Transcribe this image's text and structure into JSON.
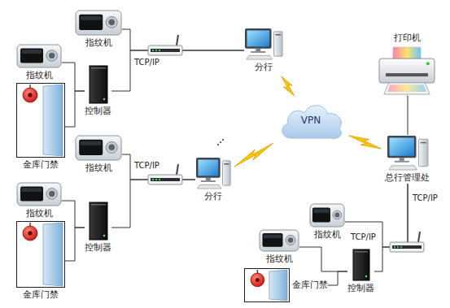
{
  "diagram": {
    "nodes": [
      {
        "text": [
          "指纹机"
        ]
      },
      {
        "text": [
          "指纹机"
        ]
      },
      {
        "text": [
          "控制器"
        ]
      },
      {
        "text": [
          "金库门禁"
        ]
      },
      {
        "text": [
          "分行"
        ]
      },
      {
        "text": [
          "打印机"
        ]
      },
      {
        "text": [
          "VPN"
        ]
      },
      {
        "text": [
          "指纹机"
        ]
      },
      {
        "text": [
          "指纹机"
        ]
      },
      {
        "text": [
          "控制器"
        ]
      },
      {
        "text": [
          "金库门禁"
        ]
      },
      {
        "text": [
          "分行"
        ]
      },
      {
        "text": [
          "总行管理处"
        ]
      },
      {
        "text": [
          "指纹机"
        ]
      },
      {
        "text": [
          "指纹机"
        ]
      },
      {
        "text": [
          "控制器"
        ]
      },
      {
        "text": [
          "金库门禁"
        ]
      }
    ],
    "edges": [
      {
        "from": 0,
        "to": 4,
        "arrow": "none"
      },
      {
        "from": 2,
        "to": 4,
        "arrow": "none"
      },
      {
        "from": 1,
        "to": 2,
        "arrow": "none"
      },
      {
        "from": 3,
        "to": 2,
        "arrow": "none"
      },
      {
        "from": 4,
        "to": 6,
        "arrow": "none"
      },
      {
        "from": 7,
        "to": 11,
        "arrow": "none"
      },
      {
        "from": 9,
        "to": 11,
        "arrow": "none"
      },
      {
        "from": 8,
        "to": 9,
        "arrow": "none"
      },
      {
        "from": 10,
        "to": 9,
        "arrow": "none"
      },
      {
        "from": 11,
        "to": 6,
        "arrow": "none"
      },
      {
        "from": 6,
        "to": 12,
        "arrow": "none"
      },
      {
        "from": 5,
        "to": 12,
        "arrow": "none"
      },
      {
        "from": 13,
        "to": 12,
        "arrow": "none"
      },
      {
        "from": 15,
        "to": 12,
        "arrow": "none"
      },
      {
        "from": 14,
        "to": 15,
        "arrow": "none"
      },
      {
        "from": 16,
        "to": 15,
        "arrow": "none"
      }
    ],
    "labels": [
      "TCP/IP",
      "TCP/IP",
      "TCP/IP",
      "TCP/IP"
    ]
  }
}
